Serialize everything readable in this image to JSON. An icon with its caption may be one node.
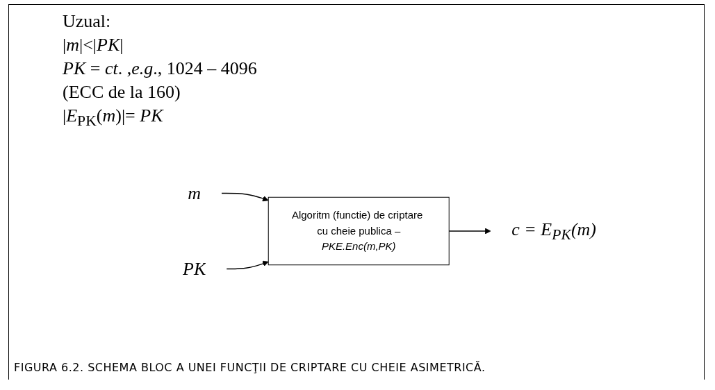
{
  "diagram": {
    "caption": "FIGURA 6.2. SCHEMA BLOC A UNEI FUNCŢII DE CRIPTARE CU CHEIE ASIMETRICĂ.",
    "nodes": [
      {
        "text": [
          "m"
        ]
      },
      {
        "text": [
          "PK"
        ]
      },
      {
        "text": [
          "Algoritm (functie) de criptare cu cheie publica –",
          "PKE.Enc(m,PK)"
        ]
      },
      {
        "text": [
          "c = E$_{PK}$(m)"
        ]
      }
    ],
    "edges": [
      {
        "from": 0,
        "to": 2,
        "arrow": "to"
      },
      {
        "from": 1,
        "to": 2,
        "arrow": "to"
      },
      {
        "from": 2,
        "to": 3,
        "arrow": "to"
      }
    ],
    "labels": [
      "Uzual:",
      "|*m*|<|*PK*|",
      "*PK* = *ct*. ,*e.g*., 1024 – 4096",
      "(ECC de la 160)",
      "|*E*$_{PK}$(*m*)|= *PK*"
    ]
  }
}
